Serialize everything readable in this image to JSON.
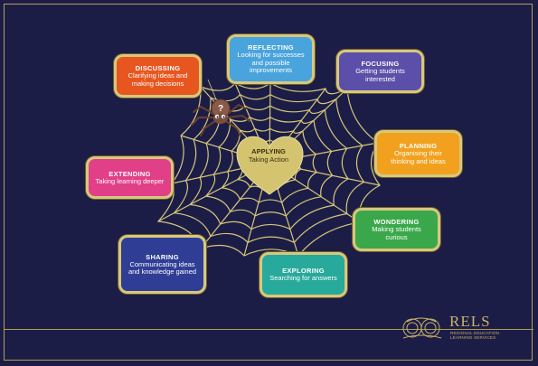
{
  "center": {
    "title": "APPLYING",
    "desc": "Taking Action"
  },
  "cards": [
    {
      "id": "reflecting",
      "title": "REFLECTING",
      "desc": "Looking for successes and possible improvements",
      "color": "#49a3dc"
    },
    {
      "id": "discussing",
      "title": "DISCUSSING",
      "desc": "Clarifying ideas and making decisions",
      "color": "#e8561f"
    },
    {
      "id": "focusing",
      "title": "FOCUSING",
      "desc": "Getting students interested",
      "color": "#5b4fa9"
    },
    {
      "id": "planning",
      "title": "PLANNING",
      "desc": "Organising their thinking and ideas",
      "color": "#f1a11d"
    },
    {
      "id": "extending",
      "title": "EXTENDING",
      "desc": "Taking learning deeper",
      "color": "#e13f88"
    },
    {
      "id": "wondering",
      "title": "WONDERING",
      "desc": "Making students curious",
      "color": "#3aa84a"
    },
    {
      "id": "sharing",
      "title": "SHARING",
      "desc": "Communicating ideas and knowledge gained",
      "color": "#2f3d95"
    },
    {
      "id": "exploring",
      "title": "EXPLORING",
      "desc": "Searching for answers",
      "color": "#27a99b"
    }
  ],
  "spider": {
    "mark": "?"
  },
  "logo": {
    "name": "RELS",
    "tagline": "REGIONAL EDUCATION LEARNING SERVICES"
  },
  "colors": {
    "background": "#1c1d47",
    "web": "#d6c679",
    "border": "#b79d4d",
    "heart": "#d4c36f"
  }
}
